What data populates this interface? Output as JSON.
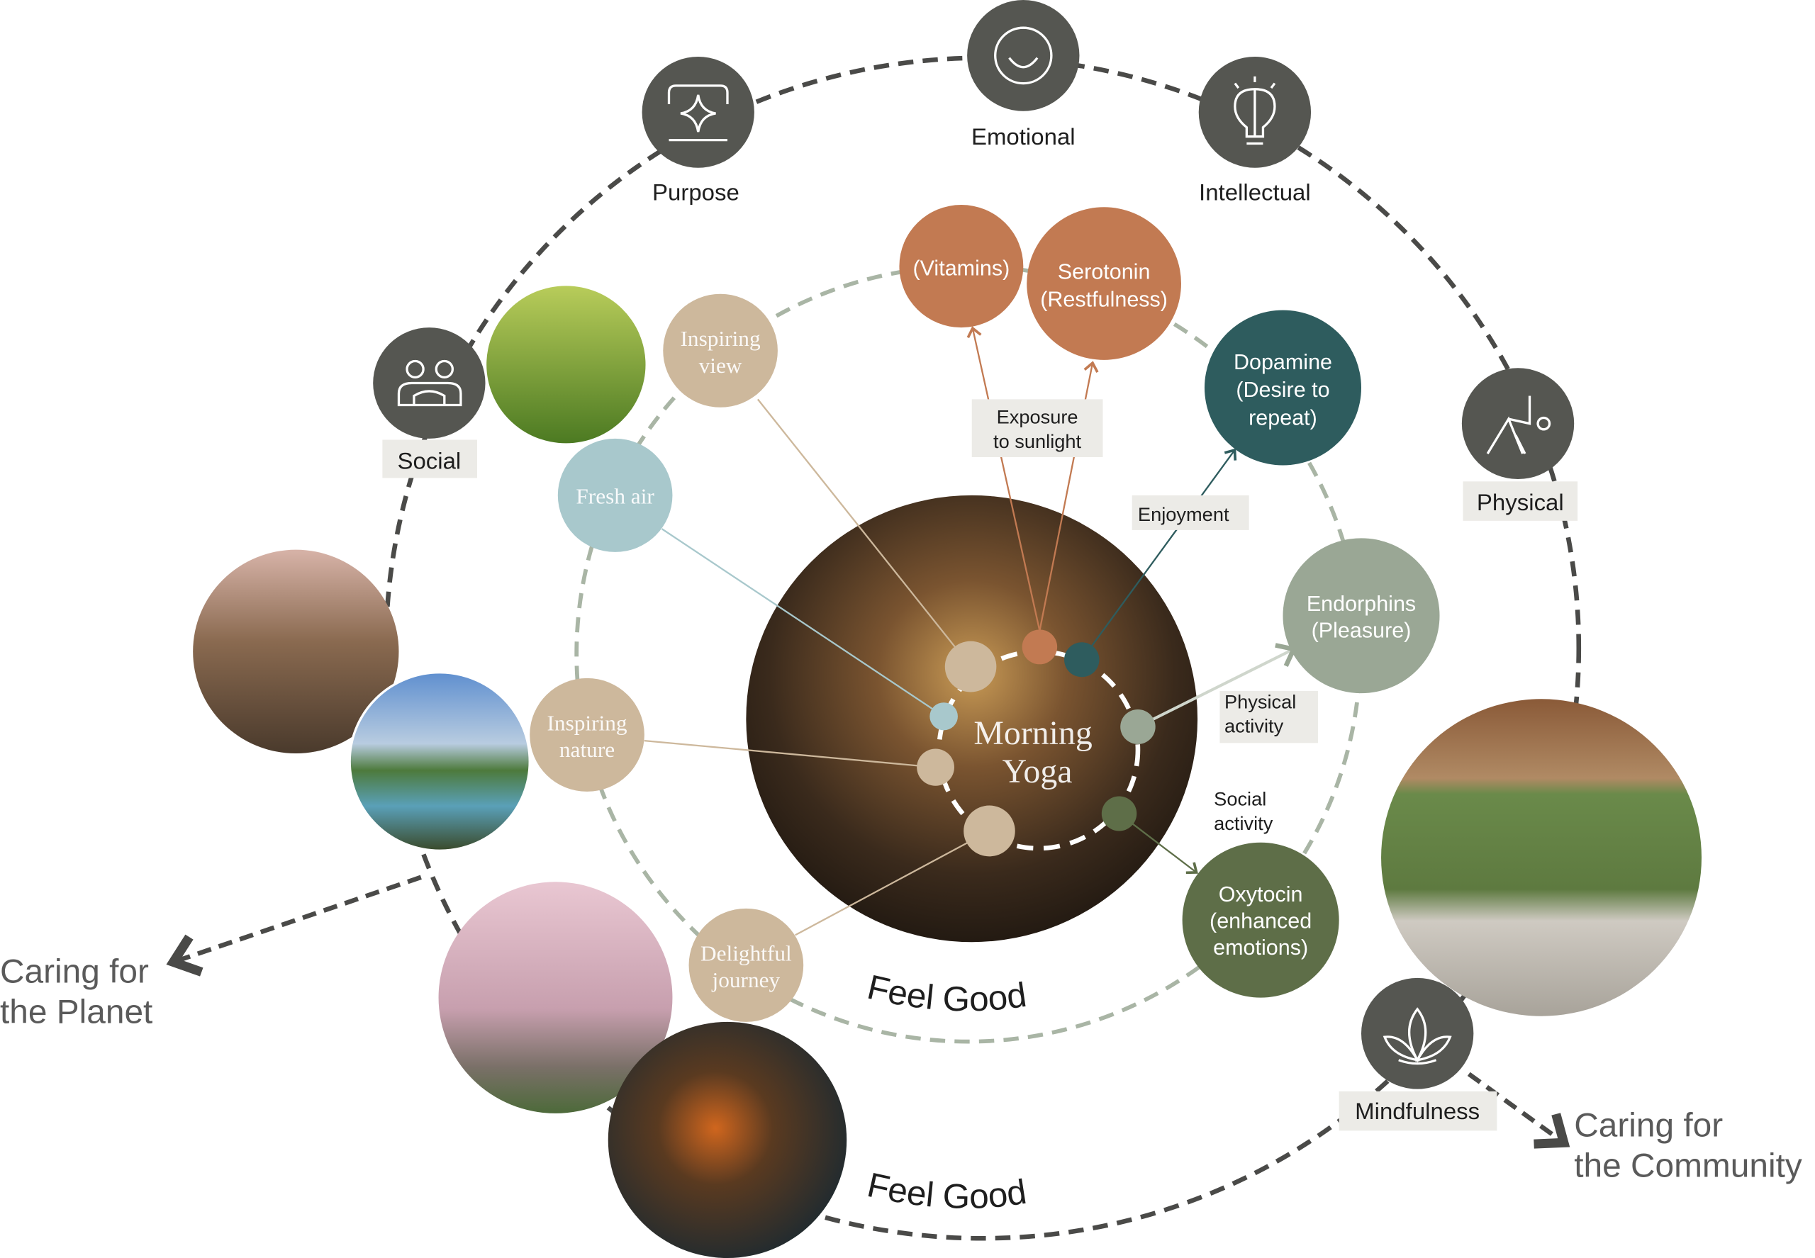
{
  "dimensions": {
    "emotional": {
      "label": "Emotional",
      "icon": "smile-icon"
    },
    "purpose": {
      "label": "Purpose",
      "icon": "sparkle-frame-icon"
    },
    "intellectual": {
      "label": "Intellectual",
      "icon": "lightbulb-brain-icon"
    },
    "social": {
      "label": "Social",
      "icon": "people-icon"
    },
    "physical": {
      "label": "Physical",
      "icon": "stretching-person-icon"
    },
    "mindfulness": {
      "label": "Mindfulness",
      "icon": "lotus-icon"
    }
  },
  "center": {
    "line1": "Morning",
    "line2": "Yoga"
  },
  "hormones": {
    "vitamins": {
      "line1": "(Vitamins)"
    },
    "serotonin": {
      "line1": "Serotonin",
      "line2": "(Restfulness)"
    },
    "dopamine": {
      "line1": "Dopamine",
      "line2": "(Desire to",
      "line3": "repeat)"
    },
    "endorphins": {
      "line1": "Endorphins",
      "line2": "(Pleasure)"
    },
    "oxytocin": {
      "line1": "Oxytocin",
      "line2": "(enhanced",
      "line3": "emotions)"
    }
  },
  "environment": {
    "inspiring_view": {
      "line1": "Inspiring",
      "line2": "view"
    },
    "fresh_air": {
      "line1": "Fresh air"
    },
    "inspiring_nature": {
      "line1": "Inspiring",
      "line2": "nature"
    },
    "delightful_journey": {
      "line1": "Delightful",
      "line2": "journey"
    }
  },
  "triggers": {
    "exposure": {
      "line1": "Exposure",
      "line2": "to sunlight"
    },
    "enjoyment": {
      "line1": "Enjoyment"
    },
    "physical_activity": {
      "line1": "Physical",
      "line2": "activity"
    },
    "social_activity": {
      "line1": "Social",
      "line2": "activity"
    }
  },
  "feel_good_inner": "Feel Good",
  "feel_good_outer": "Feel Good",
  "caring_planet": {
    "line1": "Caring for",
    "line2": "the Planet"
  },
  "caring_community": {
    "line1": "Caring for",
    "line2": "the Community"
  },
  "colors": {
    "icon_circle": "#555651",
    "terracotta": "#c27a52",
    "teal": "#2e5c5e",
    "sage": "#9aa795",
    "olive": "#5e6e48",
    "beige": "#cdb89c",
    "blue": "#a8c8cc"
  }
}
